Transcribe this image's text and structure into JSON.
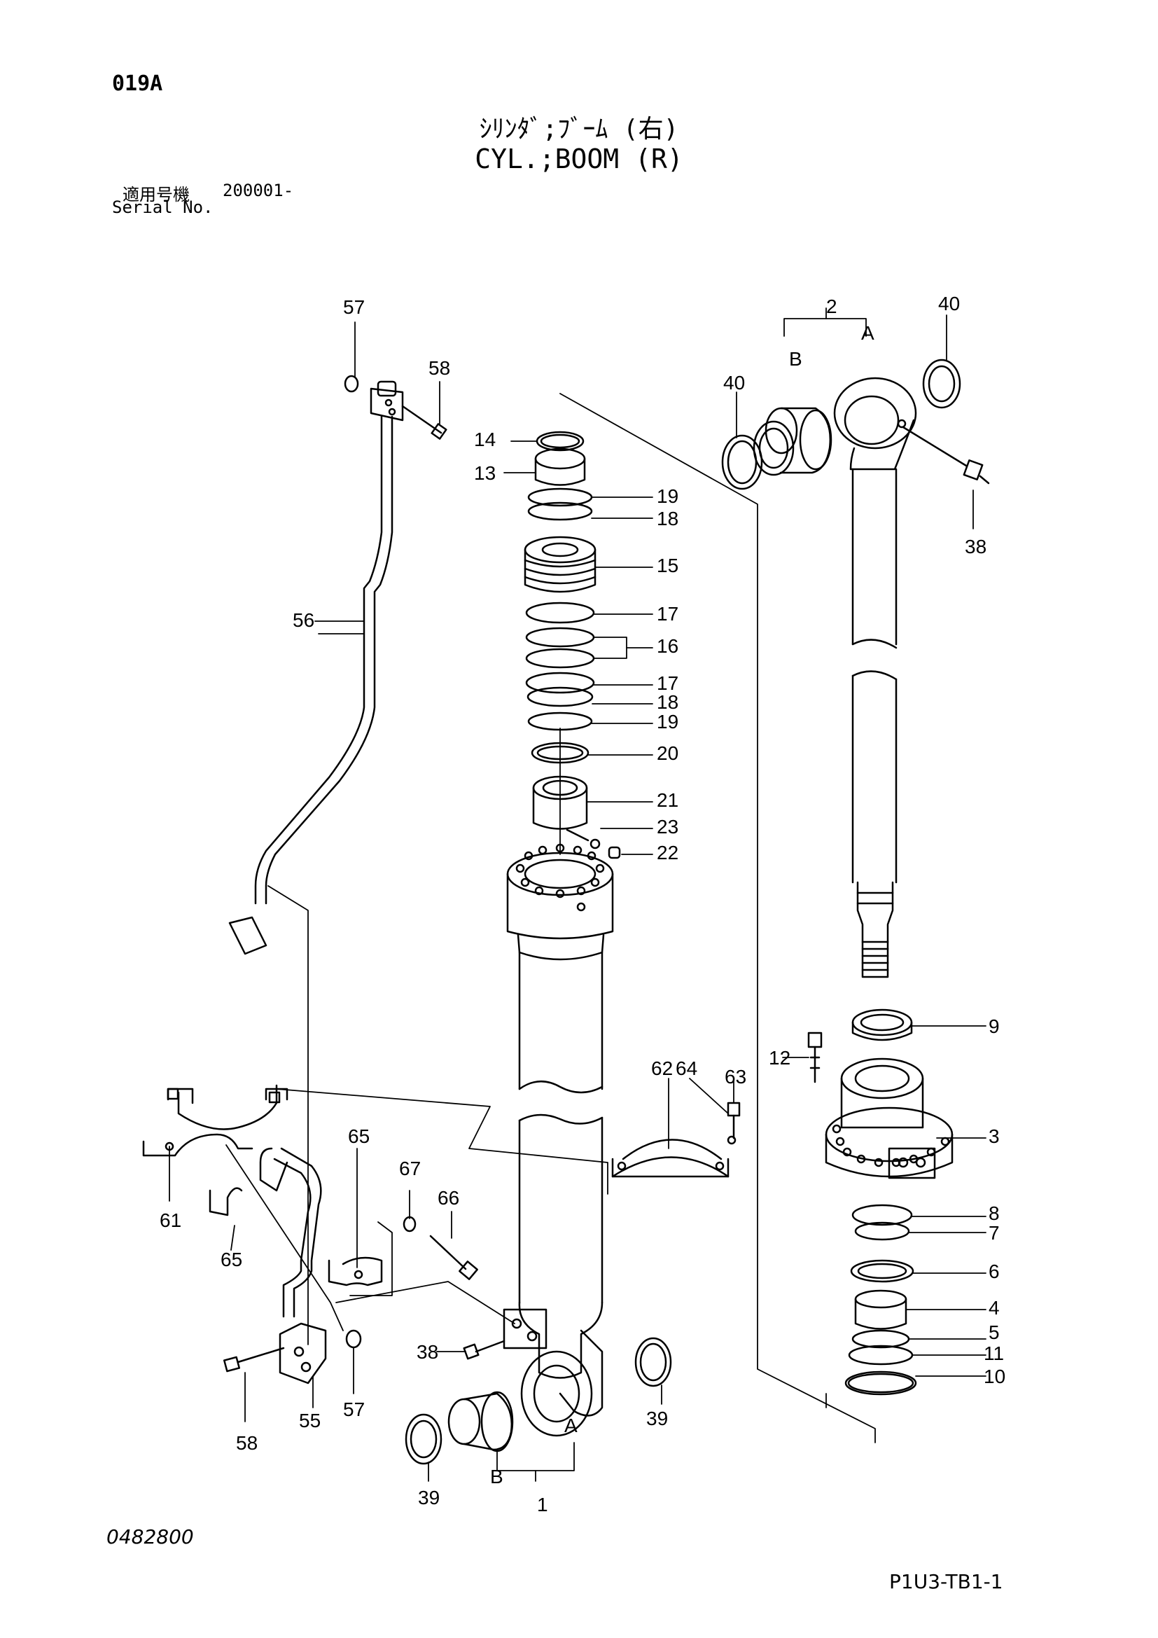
{
  "header": {
    "page_code": "019A",
    "title_jp": "ｼﾘﾝﾀﾞ;ﾌﾞｰﾑ (右)",
    "title_en": "CYL.;BOOM (R)",
    "serial_label_jp": "適用号機",
    "serial_value": "200001-",
    "serial_label_en": "Serial No."
  },
  "footer": {
    "doc_number": "0482800",
    "page_ref": "P1U3-TB1-1"
  },
  "callouts": {
    "c1": "1",
    "c1A": "A",
    "c1B": "B",
    "c2": "2",
    "c2A": "A",
    "c2B": "B",
    "c3": "3",
    "c4": "4",
    "c5": "5",
    "c6": "6",
    "c7": "7",
    "c8": "8",
    "c9": "9",
    "c10": "10",
    "c11": "11",
    "c12": "12",
    "c13": "13",
    "c14": "14",
    "c15": "15",
    "c16": "16",
    "c17a": "17",
    "c17b": "17",
    "c18a": "18",
    "c18b": "18",
    "c19a": "19",
    "c19b": "19",
    "c20": "20",
    "c21": "21",
    "c22": "22",
    "c23": "23",
    "c38a": "38",
    "c38b": "38",
    "c39a": "39",
    "c39b": "39",
    "c40a": "40",
    "c40b": "40",
    "c55": "55",
    "c56": "56",
    "c57a": "57",
    "c57b": "57",
    "c58a": "58",
    "c58b": "58",
    "c61": "61",
    "c62": "62",
    "c63": "63",
    "c64": "64",
    "c65a": "65",
    "c65b": "65",
    "c66": "66",
    "c67": "67"
  }
}
